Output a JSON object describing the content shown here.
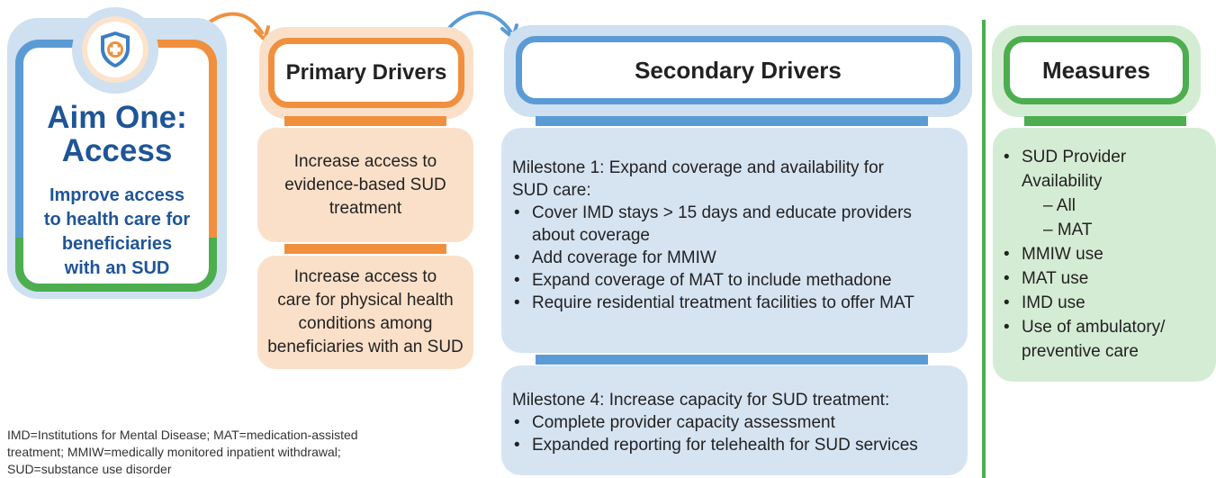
{
  "aim": {
    "title_line1": "Aim One:",
    "title_line2": "Access",
    "subtitle_lines": [
      "Improve access",
      "to health care for",
      "beneficiaries",
      "with an SUD"
    ]
  },
  "columns": {
    "primary": "Primary Drivers",
    "secondary": "Secondary Drivers",
    "measures": "Measures"
  },
  "primary_drivers": [
    {
      "lines": [
        "Increase access to",
        "evidence-based SUD",
        "treatment"
      ]
    },
    {
      "lines": [
        "Increase access to",
        "care for physical health",
        "conditions among",
        "beneficiaries with an SUD"
      ]
    }
  ],
  "secondary_drivers": [
    {
      "heading_lines": [
        "Milestone 1: Expand coverage and availability for",
        "SUD care:"
      ],
      "bullets": [
        [
          "Cover IMD stays > 15 days and educate providers",
          "about coverage"
        ],
        [
          "Add coverage for MMIW"
        ],
        [
          "Expand coverage of MAT to include methadone"
        ],
        [
          "Require residential treatment facilities to offer MAT"
        ]
      ]
    },
    {
      "heading_lines": [
        "Milestone 4: Increase capacity for SUD treatment:"
      ],
      "bullets": [
        [
          "Complete provider capacity assessment"
        ],
        [
          "Expanded reporting for telehealth for SUD services"
        ]
      ]
    }
  ],
  "measures": {
    "item1_lines": [
      "SUD Provider",
      "Availability"
    ],
    "item1_sub": [
      "– All",
      "– MAT"
    ],
    "items": [
      "MMIW use",
      "MAT use",
      "IMD use"
    ],
    "item_last_lines": [
      "Use of ambulatory/",
      "preventive care"
    ]
  },
  "footnote_lines": [
    "IMD=Institutions for Mental Disease; MAT=medication-assisted",
    "treatment; MMIW=medically monitored inpatient withdrawal;",
    "SUD=substance use disorder"
  ],
  "colors": {
    "orange": "#f0903e",
    "blue": "#5b9bd5",
    "green": "#4cae4f",
    "navy": "#1f5597"
  },
  "icons": {
    "badge": "shield-medical-cross-icon"
  }
}
